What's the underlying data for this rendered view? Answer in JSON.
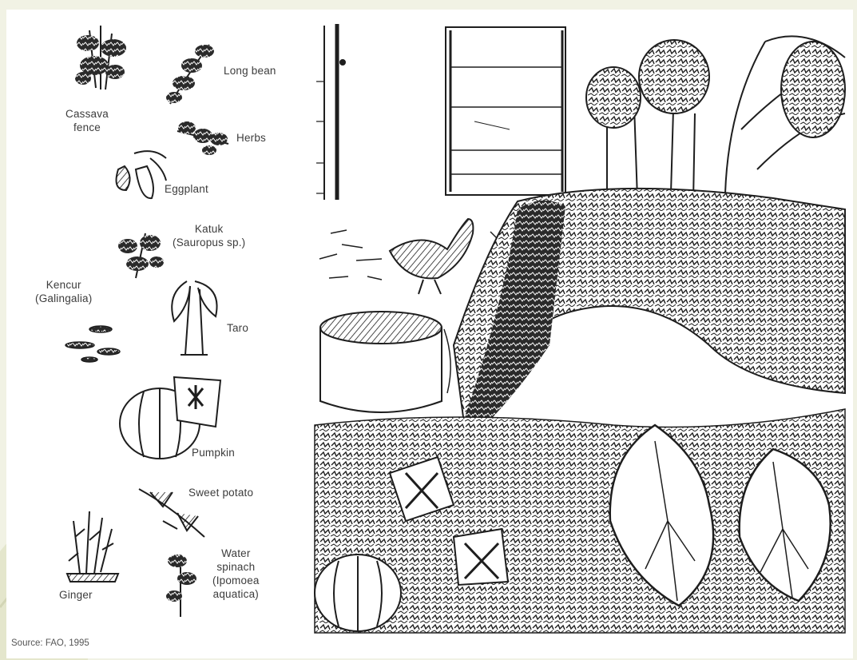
{
  "labels": {
    "cassava": [
      "Cassava",
      "fence"
    ],
    "long_bean": "Long bean",
    "herbs": "Herbs",
    "eggplant": "Eggplant",
    "katuk": [
      "Katuk",
      "(Sauropus sp.)"
    ],
    "kencur": [
      "Kencur",
      "(Galingalia)"
    ],
    "taro": "Taro",
    "pumpkin": "Pumpkin",
    "sweet_potato": "Sweet potato",
    "ginger": "Ginger",
    "water_spinach": [
      "Water",
      "spinach",
      "(Ipomoea",
      "aquatica)"
    ]
  },
  "source": "Source: FAO, 1995",
  "colors": {
    "slide_bg": "#f1f2e4",
    "slide_accent": "#d9dcc0",
    "ink": "#1e1e1e",
    "label": "#3c3c3c",
    "paper": "#ffffff"
  }
}
